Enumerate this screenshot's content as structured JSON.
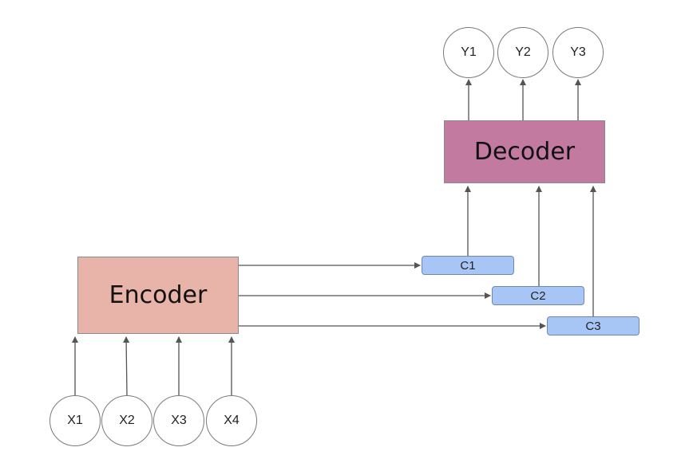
{
  "colors": {
    "encoder_fill": "#e8b4aa",
    "decoder_fill": "#c27aa0",
    "context_fill": "#a8c6f5",
    "arrow": "#555555"
  },
  "encoder": {
    "label": "Encoder"
  },
  "decoder": {
    "label": "Decoder"
  },
  "inputs": [
    {
      "label": "X1"
    },
    {
      "label": "X2"
    },
    {
      "label": "X3"
    },
    {
      "label": "X4"
    }
  ],
  "outputs": [
    {
      "label": "Y1"
    },
    {
      "label": "Y2"
    },
    {
      "label": "Y3"
    }
  ],
  "contexts": [
    {
      "label": "C1"
    },
    {
      "label": "C2"
    },
    {
      "label": "C3"
    }
  ]
}
